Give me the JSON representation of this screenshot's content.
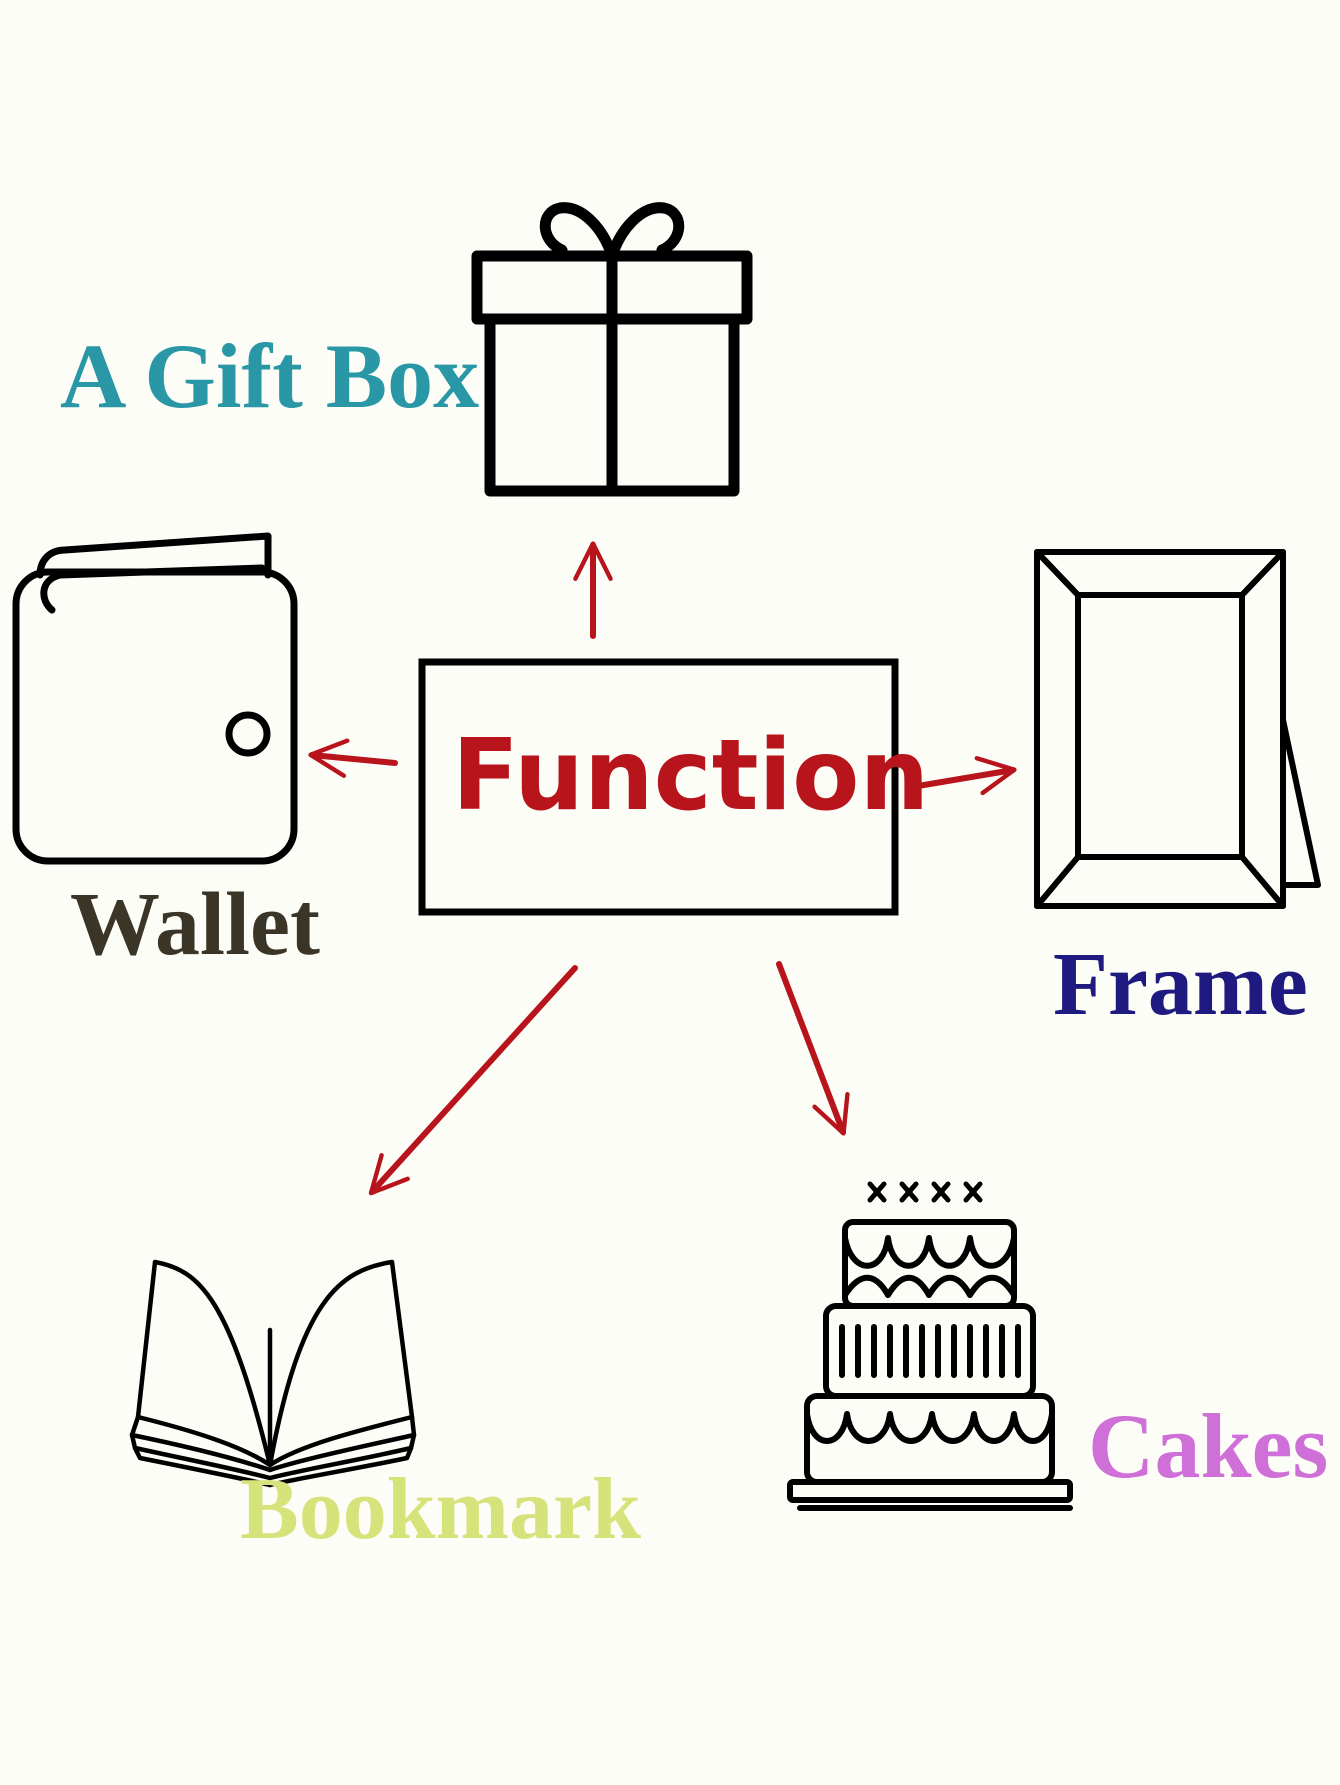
{
  "center": {
    "label": "Function",
    "color": "#b8141c"
  },
  "items": {
    "gift_box": {
      "label": "A Gift Box",
      "color": "#2a97a6",
      "icon": "gift-box-icon"
    },
    "wallet": {
      "label": "Wallet",
      "color": "#3b3528",
      "icon": "wallet-icon"
    },
    "frame": {
      "label": "Frame",
      "color": "#1f1a80",
      "icon": "picture-frame-icon"
    },
    "bookmark": {
      "label": "Bookmark",
      "color": "#d6e27a",
      "icon": "open-book-icon"
    },
    "cakes": {
      "label": "Cakes",
      "color": "#cf6fd8",
      "icon": "cake-icon"
    }
  },
  "arrow_color": "#b8141c",
  "line_color": "#000000"
}
